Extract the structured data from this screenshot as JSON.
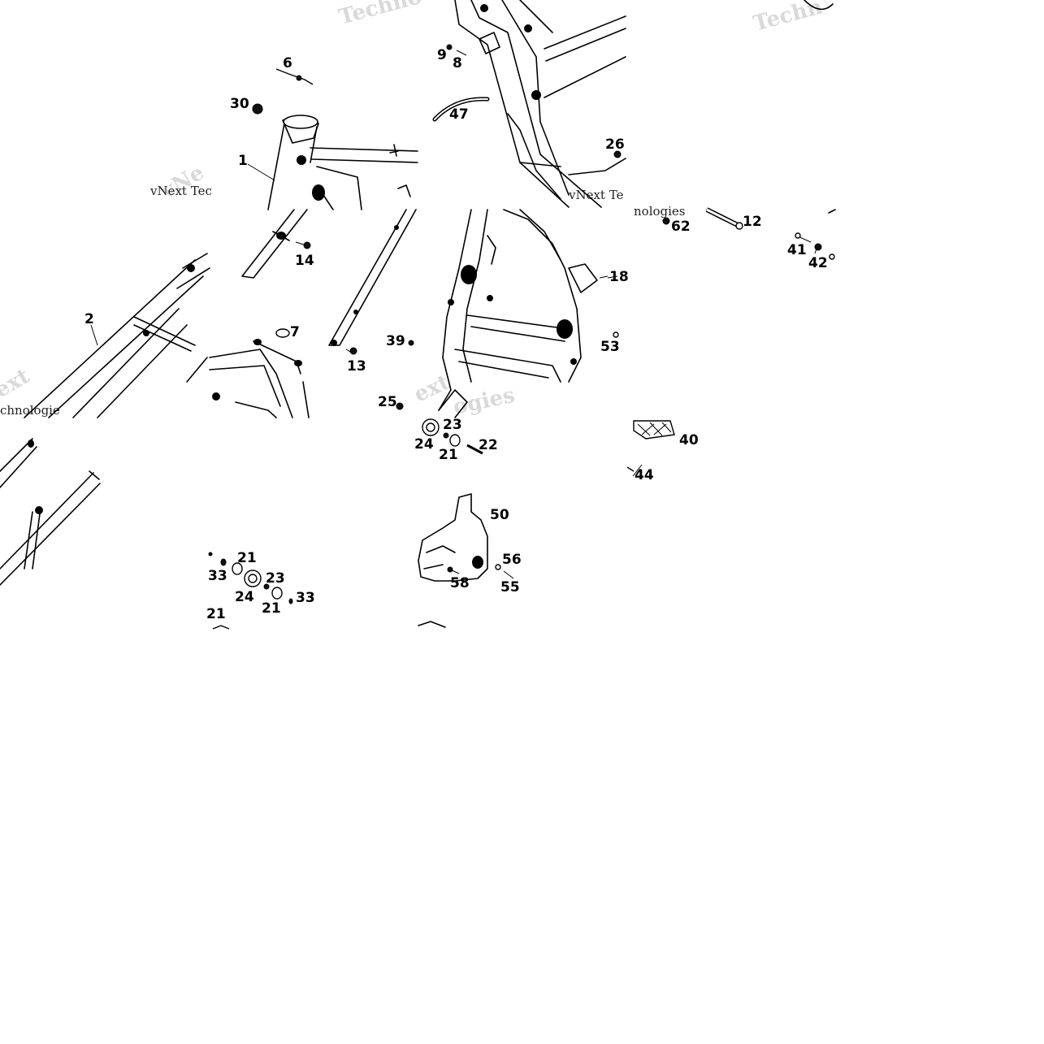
{
  "diagram": {
    "watermark_text": "vNext Technologies",
    "callouts": [
      "1",
      "2",
      "6",
      "7",
      "8",
      "9",
      "12",
      "13",
      "14",
      "18",
      "21",
      "21",
      "21",
      "21",
      "22",
      "23",
      "23",
      "24",
      "24",
      "25",
      "26",
      "30",
      "33",
      "33",
      "39",
      "40",
      "41",
      "42",
      "44",
      "47",
      "50",
      "53",
      "55",
      "56",
      "58",
      "62"
    ],
    "labels": {
      "c1": "1",
      "c2": "2",
      "c6": "6",
      "c7": "7",
      "c8": "8",
      "c9": "9",
      "c12": "12",
      "c13": "13",
      "c14": "14",
      "c18": "18",
      "c21a": "21",
      "c21b": "21",
      "c21c": "21",
      "c21d": "21",
      "c22": "22",
      "c23a": "23",
      "c23b": "23",
      "c24a": "24",
      "c24b": "24",
      "c25": "25",
      "c26": "26",
      "c30": "30",
      "c33a": "33",
      "c33b": "33",
      "c39": "39",
      "c40": "40",
      "c41": "41",
      "c42": "42",
      "c44": "44",
      "c47": "47",
      "c50": "50",
      "c53": "53",
      "c55": "55",
      "c56": "56",
      "c58": "58",
      "c62": "62"
    }
  }
}
